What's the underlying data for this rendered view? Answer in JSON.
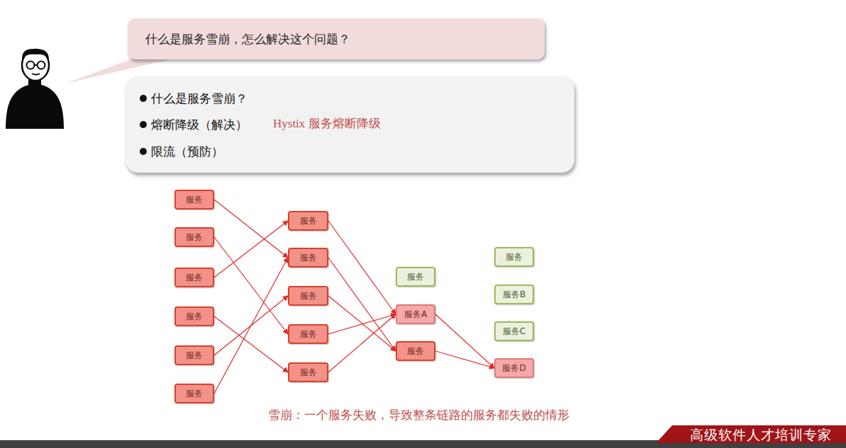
{
  "diagram": {
    "caption": "雪崩：一个服务失败，导致整条链路的服务都失败的情形",
    "nodes": [
      {
        "text": [
          "什么是服务雪崩，怎么解决这个问题？"
        ]
      },
      {
        "text": [
          "什么是服务雪崩？",
          "熔断降级（解决）",
          "Hystix 服务熔断降级",
          "限流（预防）"
        ]
      },
      {
        "text": [
          "服务"
        ]
      },
      {
        "text": [
          "服务"
        ]
      },
      {
        "text": [
          "服务"
        ]
      },
      {
        "text": [
          "服务"
        ]
      },
      {
        "text": [
          "服务"
        ]
      },
      {
        "text": [
          "服务"
        ]
      },
      {
        "text": [
          "服务"
        ]
      },
      {
        "text": [
          "服务"
        ]
      },
      {
        "text": [
          "服务"
        ]
      },
      {
        "text": [
          "服务"
        ]
      },
      {
        "text": [
          "服务"
        ]
      },
      {
        "text": [
          "服务"
        ]
      },
      {
        "text": [
          "服务A"
        ]
      },
      {
        "text": [
          "服务"
        ]
      },
      {
        "text": [
          "服务"
        ]
      },
      {
        "text": [
          "服务B"
        ]
      },
      {
        "text": [
          "服务C"
        ]
      },
      {
        "text": [
          "服务D"
        ]
      }
    ],
    "edges": [
      {
        "from": 2,
        "to": 9,
        "arrow": "to"
      },
      {
        "from": 3,
        "to": 11,
        "arrow": "to"
      },
      {
        "from": 4,
        "to": 8,
        "arrow": "to"
      },
      {
        "from": 5,
        "to": 12,
        "arrow": "to"
      },
      {
        "from": 6,
        "to": 10,
        "arrow": "to"
      },
      {
        "from": 7,
        "to": 9,
        "arrow": "to"
      },
      {
        "from": 8,
        "to": 14,
        "arrow": "to"
      },
      {
        "from": 9,
        "to": 15,
        "arrow": "to"
      },
      {
        "from": 10,
        "to": 15,
        "arrow": "to"
      },
      {
        "from": 11,
        "to": 14,
        "arrow": "to"
      },
      {
        "from": 12,
        "to": 14,
        "arrow": "to"
      },
      {
        "from": 14,
        "to": 19,
        "arrow": "to"
      },
      {
        "from": 15,
        "to": 19,
        "arrow": "to"
      }
    ],
    "labels": [
      "高级软件人才培训专家"
    ]
  }
}
